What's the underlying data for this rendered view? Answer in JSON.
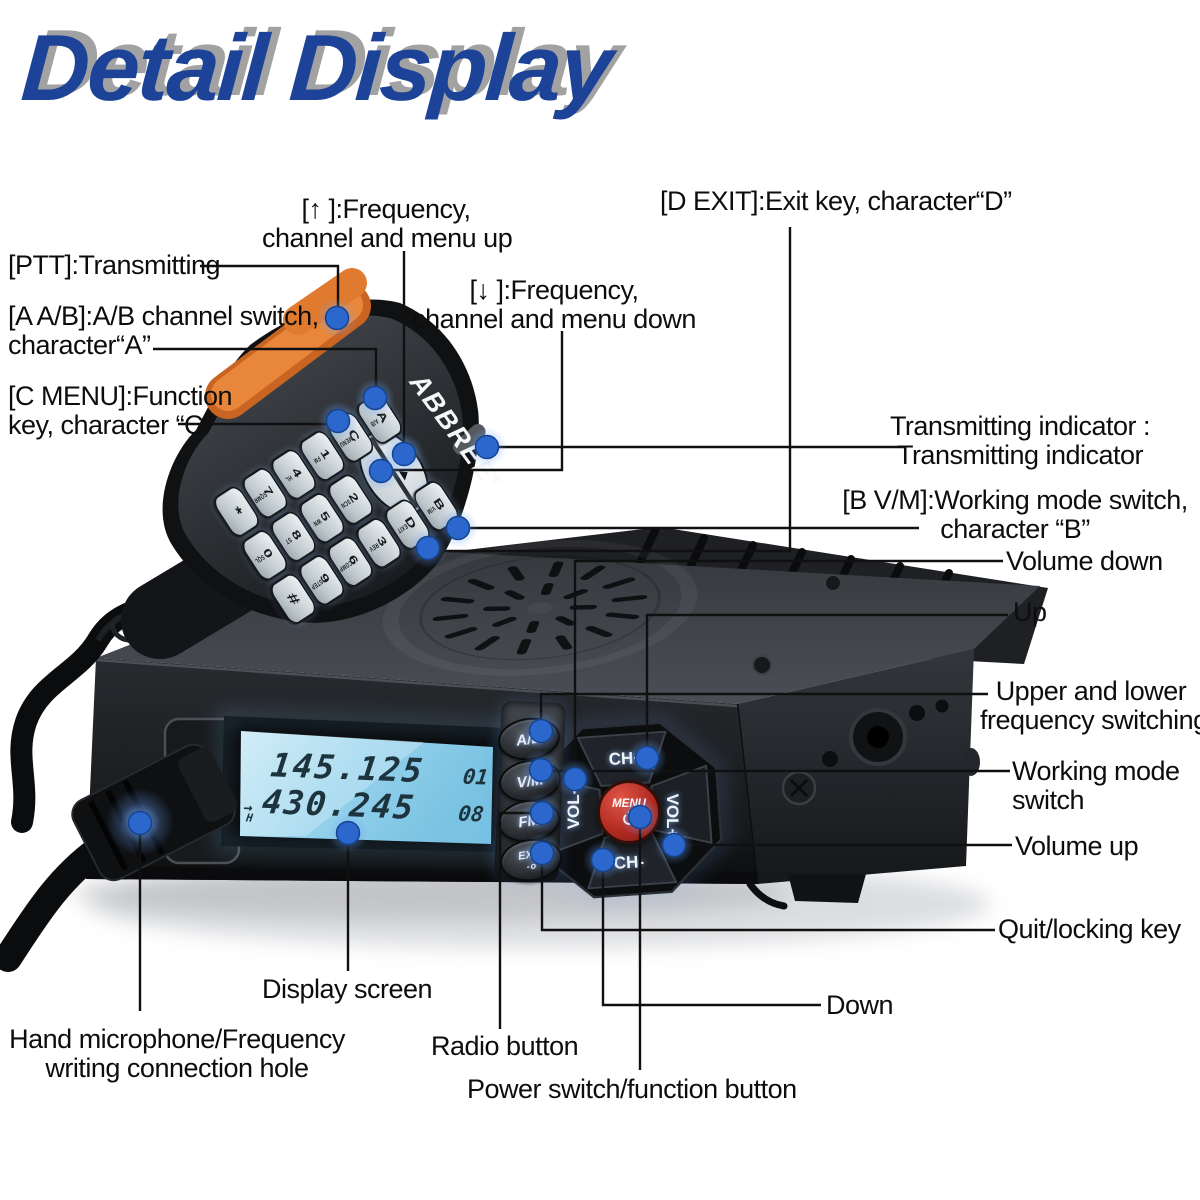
{
  "title": "Detail Display",
  "mic": {
    "brand": "ABBREE",
    "brand_reg": "®",
    "nav_up": "▲",
    "nav_down": "▼",
    "keys": [
      {
        "main": "A",
        "sub": "A/B"
      },
      {
        "main": "B",
        "sub": "V/M"
      },
      {
        "main": "C",
        "sub": "MENU"
      },
      {
        "main": "D",
        "sub": "EXIT"
      },
      {
        "main": "1",
        "sub": "FM"
      },
      {
        "main": "2",
        "sub": "SCN"
      },
      {
        "main": "3",
        "sub": "REV"
      },
      {
        "main": "4",
        "sub": "HL"
      },
      {
        "main": "5",
        "sub": "WN"
      },
      {
        "main": "6",
        "sub": "COMP"
      },
      {
        "main": "7",
        "sub": "SQMR"
      },
      {
        "main": "8",
        "sub": "ST"
      },
      {
        "main": "9",
        "sub": "STEP"
      },
      {
        "main": "*",
        "sub": ""
      },
      {
        "main": "0",
        "sub": "SQL"
      },
      {
        "main": "#",
        "sub": ""
      }
    ]
  },
  "radio": {
    "lcd": {
      "row1_freq": "145.125",
      "row1_ch": "01",
      "row2_arrow": "→",
      "row2_freq": "430.245",
      "row2_ch": "08",
      "flag": "H"
    },
    "side_buttons": [
      {
        "label": "A/B",
        "sub_icon": ""
      },
      {
        "label": "V/M",
        "sub_icon": ""
      },
      {
        "label": "FM",
        "sub_icon": ""
      },
      {
        "label": "EXIT",
        "sub_icon": "-o"
      }
    ],
    "dpad": {
      "up": "CH+",
      "down": "CH-",
      "left": "VOL-",
      "right": "VOL+",
      "center": "MENU"
    }
  },
  "callouts": {
    "ptt": "[PTT]:Transmitting",
    "up_arrow_l1": "[↑ ]:Frequency,",
    "up_arrow_l2": "channel and menu up",
    "d_exit": "[D EXIT]:Exit key, character“D”",
    "a_ab_l1": "[A A/B]:A/B channel switch,",
    "a_ab_l2": "character“A”",
    "down_arrow_l1": "[↓ ]:Frequency,",
    "down_arrow_l2": "channel and menu down",
    "c_menu_l1": "[C MENU]:Function",
    "c_menu_l2": "key, character “C”",
    "tx_l1": "Transmitting indicator :",
    "tx_l2": "Transmitting indicator",
    "b_vm_l1": "[B V/M]:Working mode switch,",
    "b_vm_l2": "character “B”",
    "volume_down": "Volume down",
    "up": "Up",
    "upper_lower_l1": "Upper and lower",
    "upper_lower_l2": "frequency switching",
    "working_mode_l1": "Working mode",
    "working_mode_l2": "switch",
    "volume_up": "Volume up",
    "quit": "Quit/locking key",
    "down": "Down",
    "display_screen": "Display screen",
    "hand_mic_l1": "Hand microphone/Frequency",
    "hand_mic_l2": "writing connection hole",
    "radio_button": "Radio button",
    "power_switch": "Power switch/function button"
  },
  "colors": {
    "title_blue": "#1c4398",
    "dot_blue": "#2c67cd",
    "ptt_orange": "#e07a2e",
    "lcd_blue": "#9ed8ee",
    "menu_red": "#b02a20"
  }
}
